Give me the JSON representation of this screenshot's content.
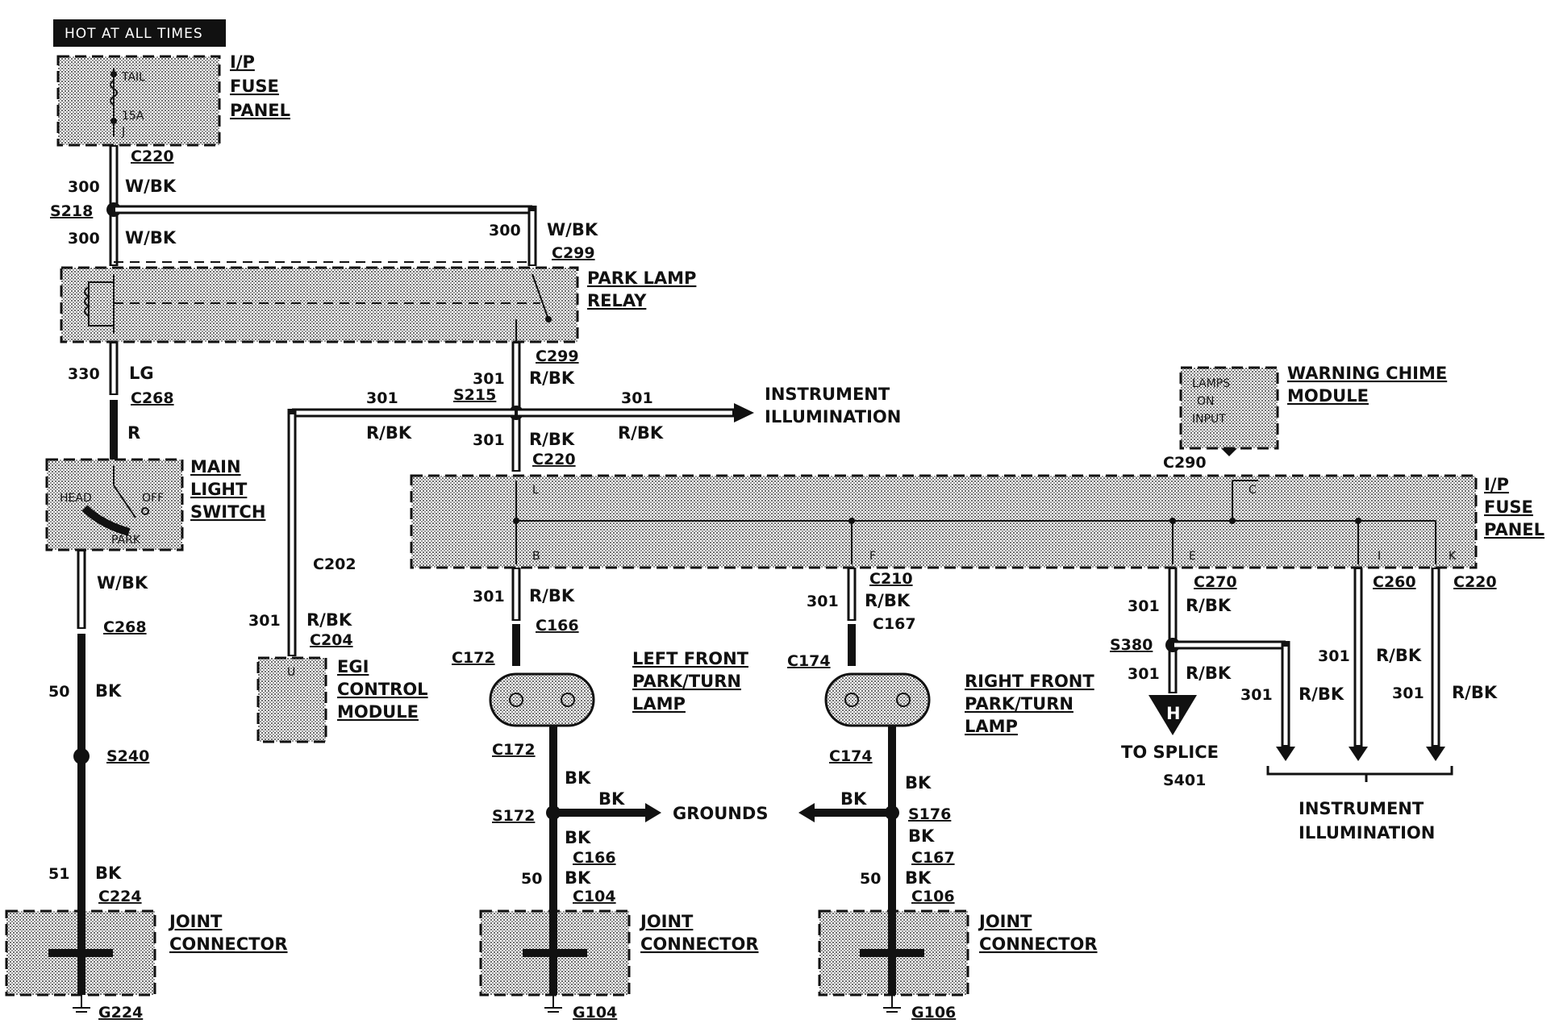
{
  "header": {
    "hot_label": "HOT AT ALL TIMES"
  },
  "fuse_panel_top": {
    "line1": "I/P",
    "line2": "FUSE",
    "line3": "PANEL",
    "fuse_name": "TAIL",
    "fuse_rating": "15A",
    "pin": "J"
  },
  "connectors": {
    "c220_top": "C220",
    "c299_a": "C299",
    "c299_b": "C299",
    "c268_a": "C268",
    "c268_b": "C268",
    "c220_mid": "C220",
    "c290": "C290",
    "c202": "C202",
    "c204": "C204",
    "c210": "C210",
    "c166_a": "C166",
    "c167_a": "C167",
    "c172_a": "C172",
    "c174_a": "C174",
    "c172_b": "C172",
    "c174_b": "C174",
    "c166_b": "C166",
    "c167_b": "C167",
    "c104": "C104",
    "c106": "C106",
    "c224": "C224",
    "c270": "C270",
    "c260": "C260",
    "c220_right": "C220"
  },
  "splices": {
    "s218": "S218",
    "s215": "S215",
    "s240": "S240",
    "s172": "S172",
    "s176": "S176",
    "s380": "S380"
  },
  "grounds": {
    "g224": "G224",
    "g104": "G104",
    "g106": "G106"
  },
  "circuits": {
    "c300": "300",
    "c330": "330",
    "c301": "301",
    "c50": "50",
    "c51": "51",
    "wbk": "W/BK",
    "lg": "LG",
    "r": "R",
    "rbk": "R/BK",
    "bk": "BK"
  },
  "components": {
    "park_relay": {
      "line1": "PARK LAMP",
      "line2": "RELAY"
    },
    "main_switch": {
      "line1": "MAIN",
      "line2": "LIGHT",
      "line3": "SWITCH",
      "head": "HEAD",
      "off": "OFF",
      "park": "PARK"
    },
    "egi": {
      "line1": "EGI",
      "line2": "CONTROL",
      "line3": "MODULE",
      "pin": "U"
    },
    "chime": {
      "line1": "WARNING CHIME",
      "line2": "MODULE",
      "in1": "LAMPS",
      "in2": "ON",
      "in3": "INPUT"
    },
    "fuse_panel_mid": {
      "line1": "I/P",
      "line2": "FUSE",
      "line3": "PANEL",
      "pin_l": "L",
      "pin_b": "B",
      "pin_f": "F",
      "pin_c": "C",
      "pin_e": "E",
      "pin_i": "I",
      "pin_k": "K"
    },
    "lf_lamp": {
      "line1": "LEFT FRONT",
      "line2": "PARK/TURN",
      "line3": "LAMP"
    },
    "rf_lamp": {
      "line1": "RIGHT FRONT",
      "line2": "PARK/TURN",
      "line3": "LAMP"
    },
    "joint": {
      "line1": "JOINT",
      "line2": "CONNECTOR"
    }
  },
  "labels": {
    "inst_illum_1": "INSTRUMENT",
    "inst_illum_2": "ILLUMINATION",
    "grounds": "GROUNDS",
    "to_splice": "TO SPLICE",
    "s401": "S401",
    "splice_letter": "H"
  }
}
